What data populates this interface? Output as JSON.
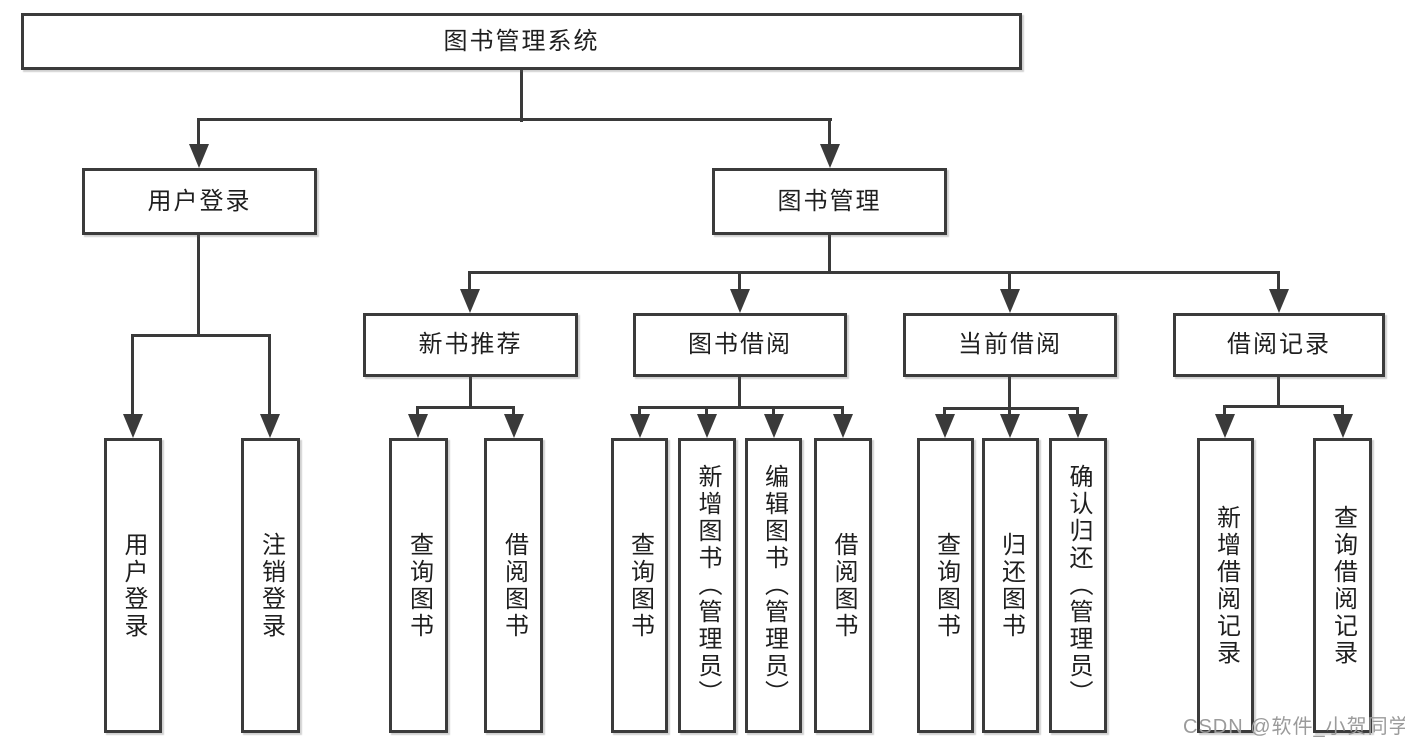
{
  "diagram": {
    "title": "图书管理系统",
    "watermark": "CSDN @软件_小贺同学",
    "colors": {
      "line": "#3a3a3a",
      "box_border": "#3b3b3b",
      "box_background": "#ffffff",
      "text": "#1f1f1f",
      "watermark_text": "#9b9b9b",
      "page_background": "#ffffff"
    },
    "nodes": {
      "root": {
        "label": "图书管理系统",
        "level": 1
      },
      "user_login": {
        "label": "用户登录",
        "level": 2,
        "parent": "root"
      },
      "book_mgmt": {
        "label": "图书管理",
        "level": 2,
        "parent": "root"
      },
      "new_book_rec": {
        "label": "新书推荐",
        "level": 3,
        "parent": "book_mgmt"
      },
      "book_borrow": {
        "label": "图书借阅",
        "level": 3,
        "parent": "book_mgmt"
      },
      "current_borrow": {
        "label": "当前借阅",
        "level": 3,
        "parent": "book_mgmt"
      },
      "borrow_record": {
        "label": "借阅记录",
        "level": 3,
        "parent": "book_mgmt"
      },
      "leaf_user_login": {
        "label": "用户登录",
        "level": 4,
        "parent": "user_login"
      },
      "leaf_logout": {
        "label": "注销登录",
        "level": 4,
        "parent": "user_login"
      },
      "leaf_query_book_1": {
        "label": "查询图书",
        "level": 4,
        "parent": "new_book_rec"
      },
      "leaf_borrow_book_1": {
        "label": "借阅图书",
        "level": 4,
        "parent": "new_book_rec"
      },
      "leaf_query_book_2": {
        "label": "查询图书",
        "level": 4,
        "parent": "book_borrow"
      },
      "leaf_add_book": {
        "label": "新增图书（管理员）",
        "level": 4,
        "parent": "book_borrow"
      },
      "leaf_edit_book": {
        "label": "编辑图书（管理员）",
        "level": 4,
        "parent": "book_borrow"
      },
      "leaf_borrow_book_2": {
        "label": "借阅图书",
        "level": 4,
        "parent": "book_borrow"
      },
      "leaf_query_book_3": {
        "label": "查询图书",
        "level": 4,
        "parent": "current_borrow"
      },
      "leaf_return_book": {
        "label": "归还图书",
        "level": 4,
        "parent": "current_borrow"
      },
      "leaf_confirm_return": {
        "label": "确认归还（管理员）",
        "level": 4,
        "parent": "current_borrow"
      },
      "leaf_add_record": {
        "label": "新增借阅记录",
        "level": 4,
        "parent": "borrow_record"
      },
      "leaf_query_record": {
        "label": "查询借阅记录",
        "level": 4,
        "parent": "borrow_record"
      }
    }
  }
}
